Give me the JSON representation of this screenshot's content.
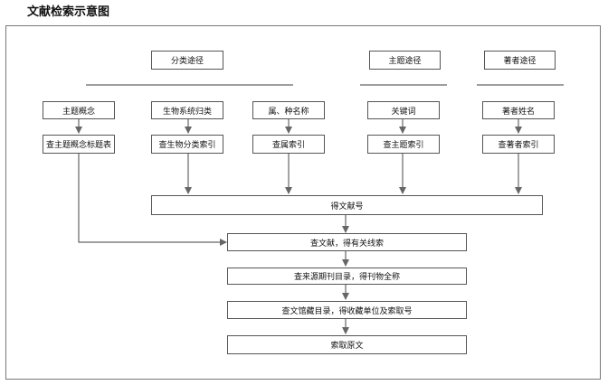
{
  "title": "文献检索示意图",
  "categories": {
    "classification": "分类途径",
    "subject": "主题途径",
    "author": "著者途径"
  },
  "row1": {
    "subject_concept": "主题概念",
    "bio_class": "生物系统归类",
    "genus_name": "属、种名称",
    "keyword": "关键词",
    "author_name": "著者姓名"
  },
  "row2": {
    "subject_heading_table": "查主题概念标题表",
    "bio_class_index": "查生物分类索引",
    "genus_index": "查属索引",
    "subject_index": "查主题索引",
    "author_index": "查著者索引"
  },
  "flow": {
    "get_number": "得文献号",
    "check_doc": "查文献，得有关线索",
    "check_journal": "查来源期刊目录，得刊物全称",
    "check_library": "查文馆藏目录，得收藏单位及索取号",
    "get_original": "索取原文"
  }
}
